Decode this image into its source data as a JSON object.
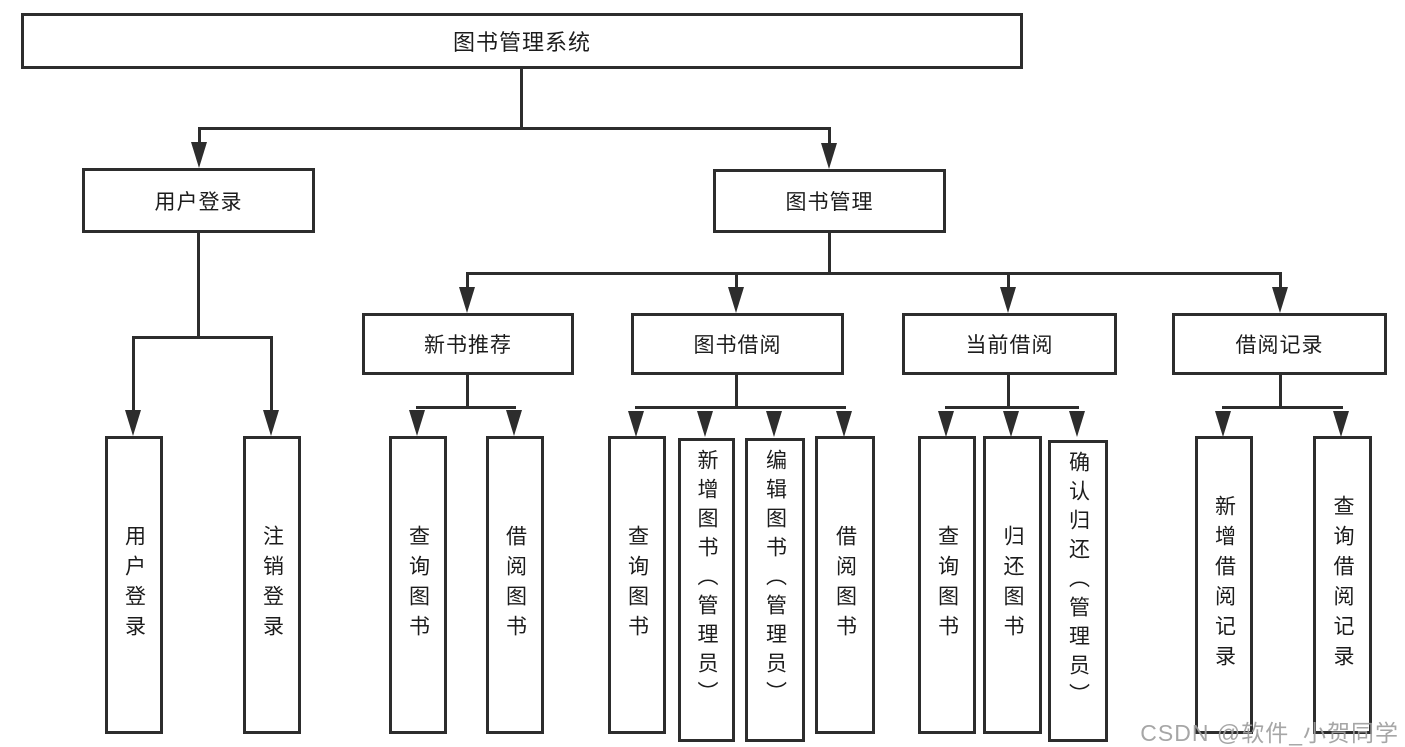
{
  "diagram": {
    "root": {
      "label": "图书管理系统"
    },
    "branches": [
      {
        "label": "用户登录",
        "children": [
          {
            "label": "用户登录"
          },
          {
            "label": "注销登录"
          }
        ]
      },
      {
        "label": "图书管理",
        "children": [
          {
            "label": "新书推荐",
            "children": [
              {
                "label": "查询图书"
              },
              {
                "label": "借阅图书"
              }
            ]
          },
          {
            "label": "图书借阅",
            "children": [
              {
                "label": "查询图书"
              },
              {
                "label": "新增图书（管理员）"
              },
              {
                "label": "编辑图书（管理员）"
              },
              {
                "label": "借阅图书"
              }
            ]
          },
          {
            "label": "当前借阅",
            "children": [
              {
                "label": "查询图书"
              },
              {
                "label": "归还图书"
              },
              {
                "label": "确认归还（管理员）"
              }
            ]
          },
          {
            "label": "借阅记录",
            "children": [
              {
                "label": "新增借阅记录"
              },
              {
                "label": "查询借阅记录"
              }
            ]
          }
        ]
      }
    ]
  },
  "colors": {
    "stroke": "#2d2d2d",
    "text": "#1c1c1c",
    "watermark": "#9e9e9e",
    "background": "#ffffff"
  },
  "watermark": "CSDN @软件_小贺同学"
}
